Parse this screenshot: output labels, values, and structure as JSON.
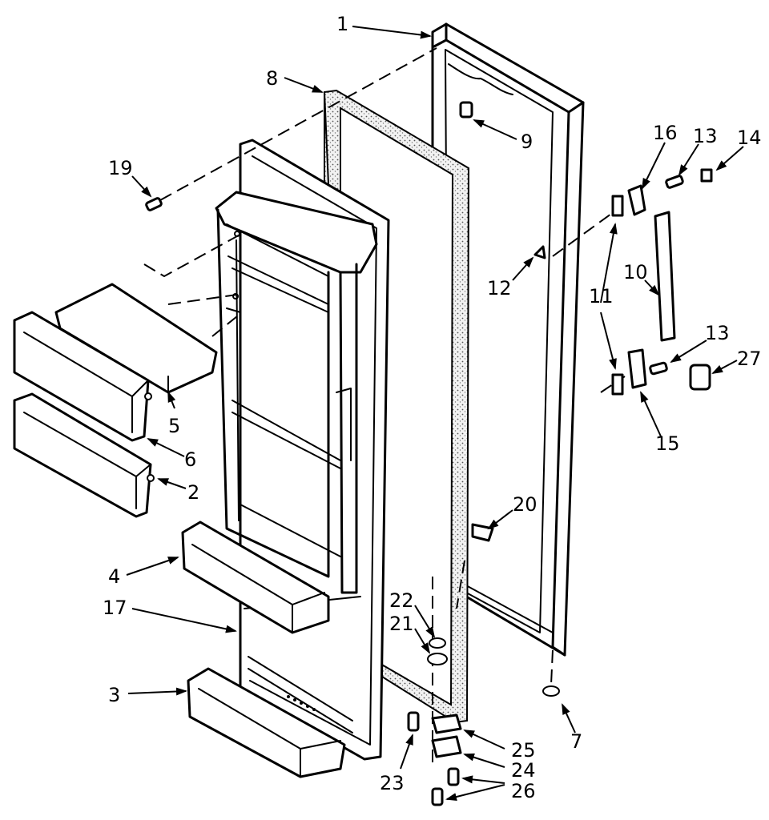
{
  "callouts": [
    {
      "label": "1"
    },
    {
      "label": "8"
    },
    {
      "label": "9"
    },
    {
      "label": "16"
    },
    {
      "label": "13"
    },
    {
      "label": "14"
    },
    {
      "label": "19"
    },
    {
      "label": "10"
    },
    {
      "label": "11"
    },
    {
      "label": "12"
    },
    {
      "label": "13"
    },
    {
      "label": "27"
    },
    {
      "label": "5"
    },
    {
      "label": "15"
    },
    {
      "label": "6"
    },
    {
      "label": "2"
    },
    {
      "label": "20"
    },
    {
      "label": "4"
    },
    {
      "label": "22"
    },
    {
      "label": "17"
    },
    {
      "label": "21"
    },
    {
      "label": "3"
    },
    {
      "label": "7"
    },
    {
      "label": "25"
    },
    {
      "label": "24"
    },
    {
      "label": "23"
    },
    {
      "label": "26"
    }
  ]
}
